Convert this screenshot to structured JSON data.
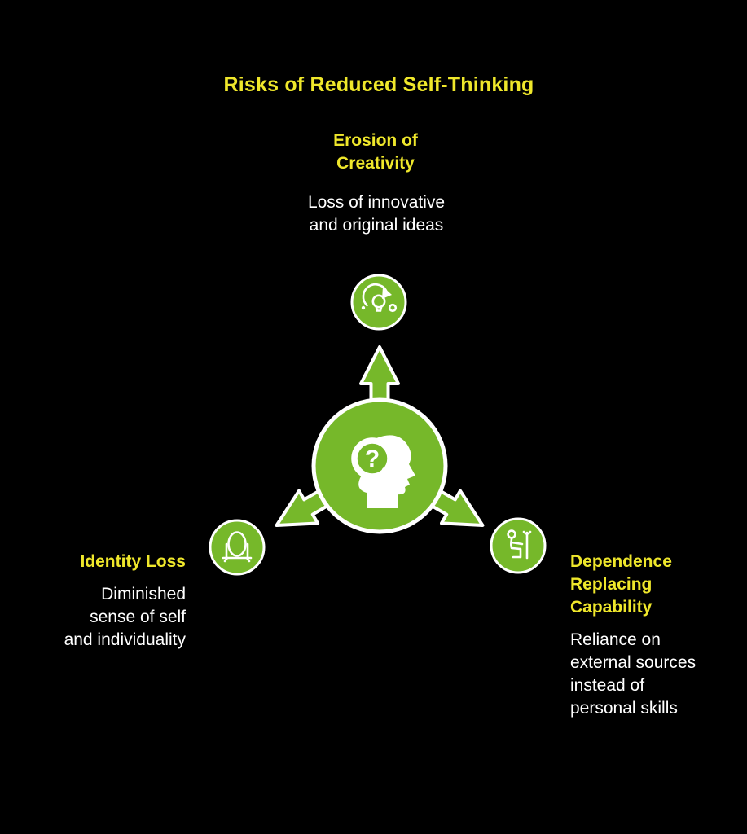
{
  "title": "Risks of Reduced Self-Thinking",
  "palette": {
    "background": "#000000",
    "green": "#76b82a",
    "heading_yellow": "#efe72b",
    "body_white": "#ffffff",
    "outline_white": "#ffffff"
  },
  "hub": {
    "icon": "head-question-magnifier-icon",
    "glyph": "?"
  },
  "branches": {
    "top": {
      "heading": "Erosion of\nCreativity",
      "description": "Loss of innovative\nand original ideas",
      "icon": "lightbulb-cycle-icon"
    },
    "left": {
      "heading": "Identity Loss",
      "description": "Diminished\nsense of self\nand individuality",
      "icon": "mirror-icon"
    },
    "right": {
      "heading": "Dependence\nReplacing\nCapability",
      "description": "Reliance on\nexternal sources\ninstead of\npersonal skills",
      "icon": "person-crutch-icon"
    }
  }
}
